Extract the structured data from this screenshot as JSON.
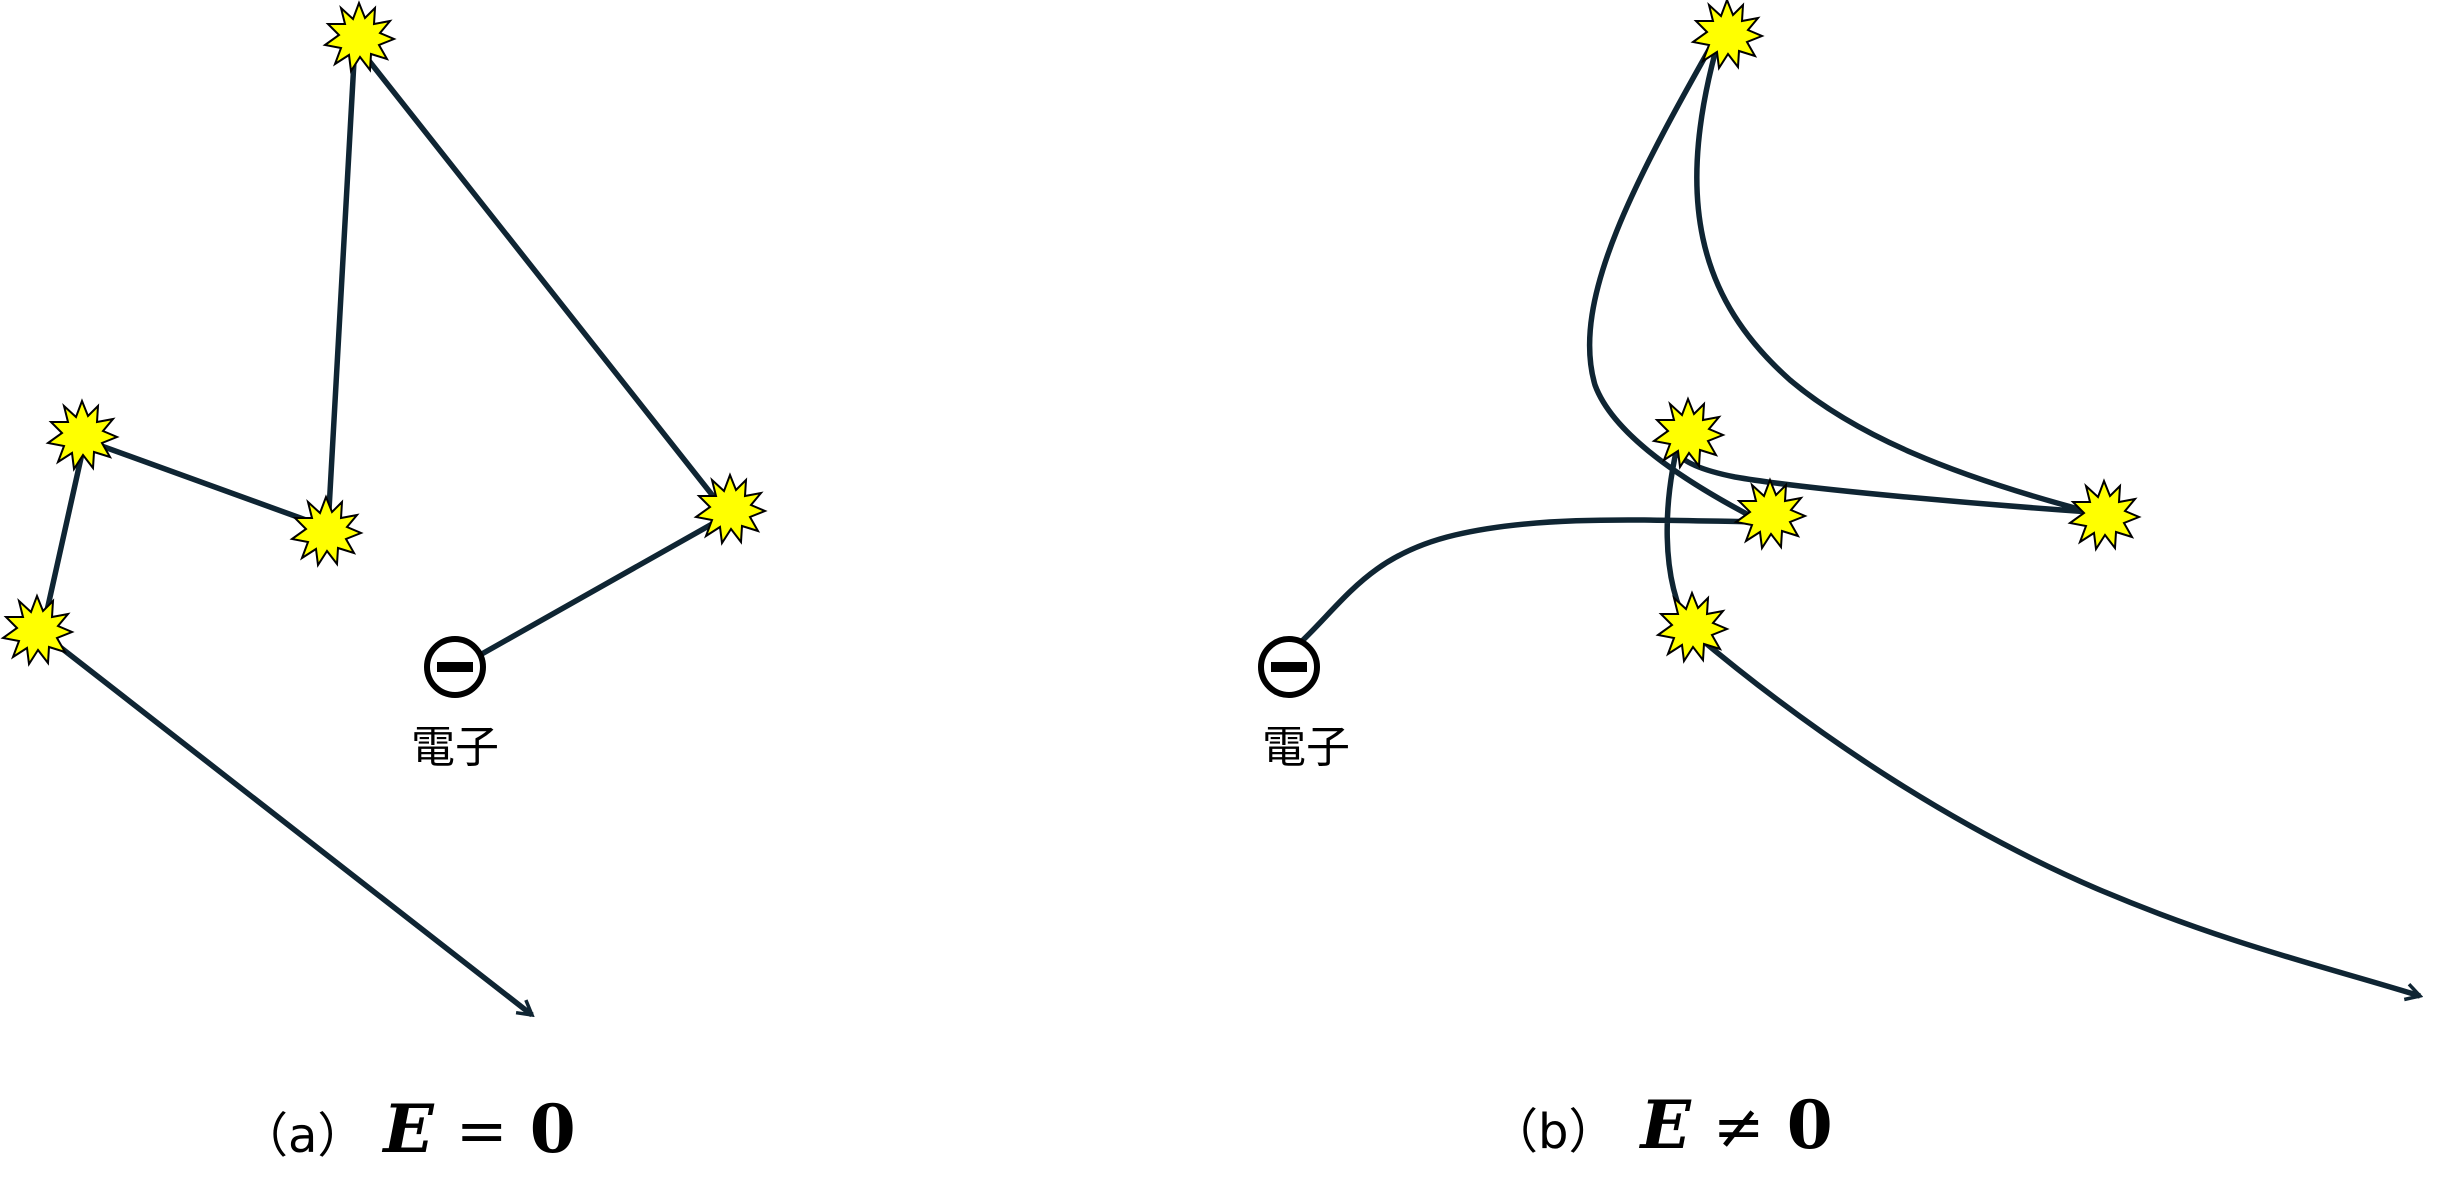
{
  "panel_a": {
    "electron_label": "電子",
    "caption_prefix": "（a）",
    "caption_symbol": "E",
    "caption_relation": "=",
    "caption_value": "0"
  },
  "panel_b": {
    "electron_label": "電子",
    "caption_prefix": "（b）",
    "caption_symbol": "E",
    "caption_relation": "≠",
    "caption_value": "0"
  },
  "colors": {
    "path": "#0f2533",
    "collision_fill": "#ffff00",
    "collision_stroke": "#000000",
    "electron": "#000000"
  }
}
